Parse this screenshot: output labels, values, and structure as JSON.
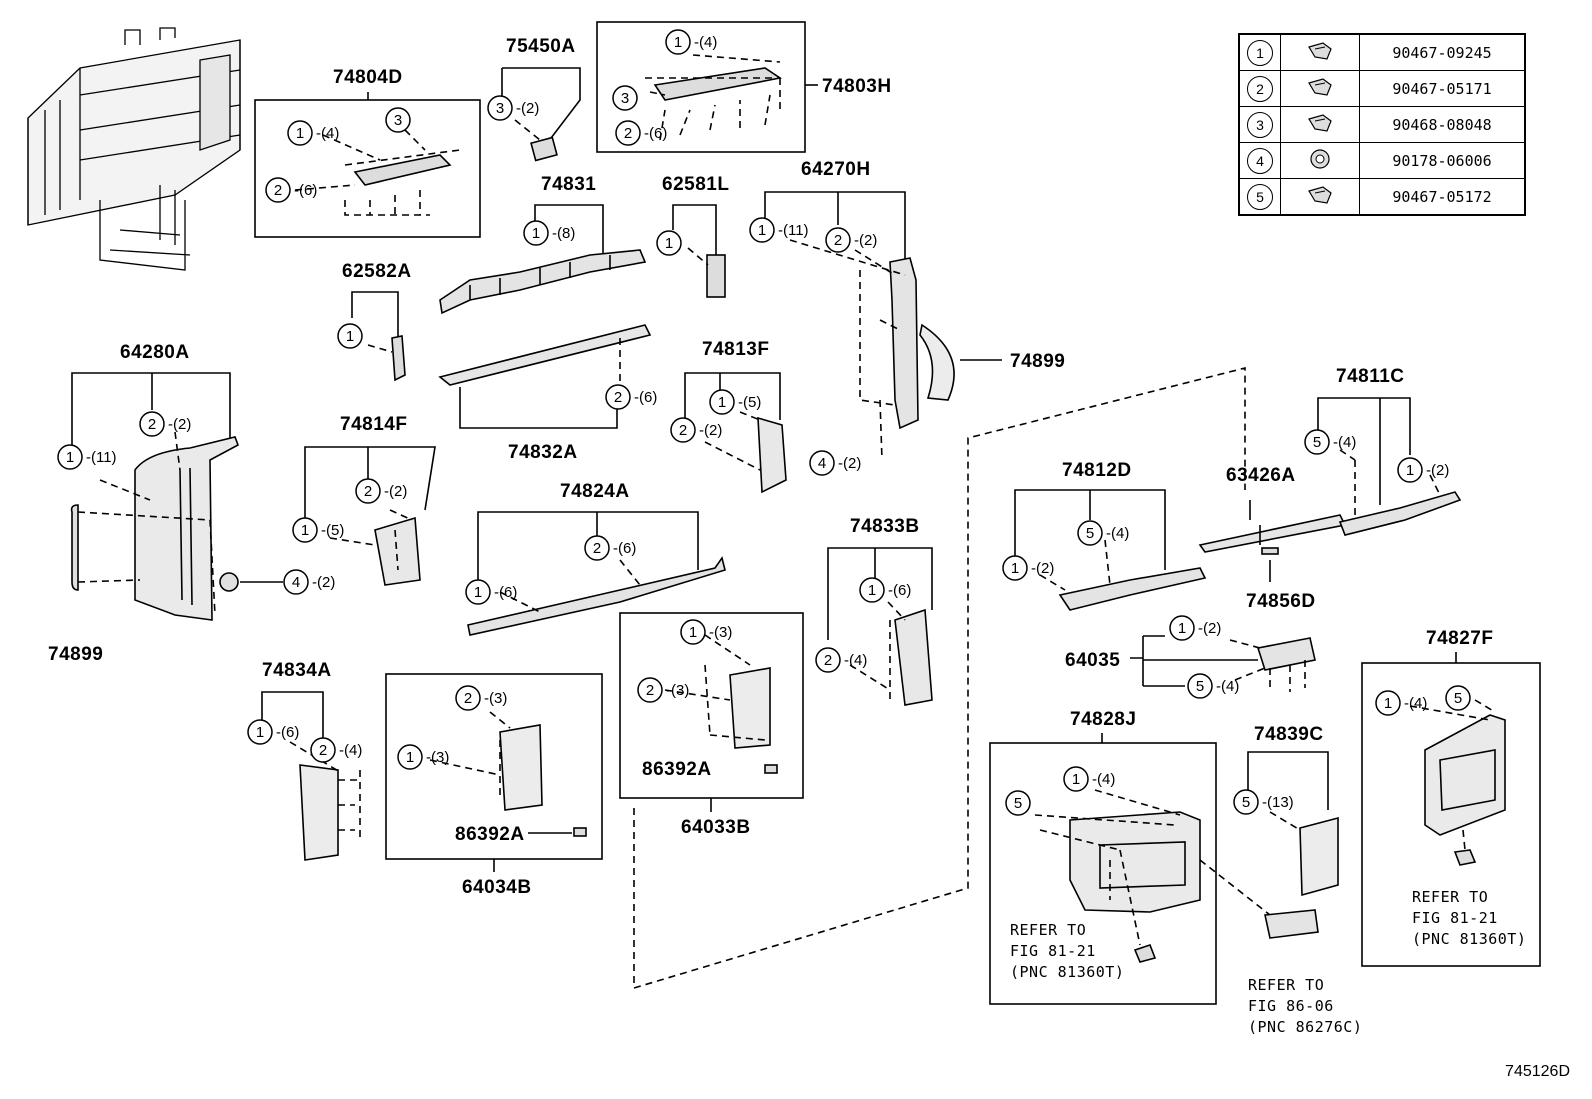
{
  "legend": [
    {
      "index": "1",
      "part_number": "90467-09245",
      "icon": "clip-icon"
    },
    {
      "index": "2",
      "part_number": "90467-05171",
      "icon": "clip-icon"
    },
    {
      "index": "3",
      "part_number": "90468-08048",
      "icon": "clip-icon"
    },
    {
      "index": "4",
      "part_number": "90178-06006",
      "icon": "nut-icon"
    },
    {
      "index": "5",
      "part_number": "90467-05172",
      "icon": "clip-icon"
    }
  ],
  "labels": {
    "p75450A": "75450A",
    "p74804D": "74804D",
    "p74803H": "74803H",
    "p74831": "74831",
    "p62581L": "62581L",
    "p64270H": "64270H",
    "p62582A": "62582A",
    "p64280A": "64280A",
    "p74814F": "74814F",
    "p74832A": "74832A",
    "p74813F": "74813F",
    "p74899a": "74899",
    "p74899b": "74899",
    "p74824A": "74824A",
    "p74833B": "74833B",
    "p74812D": "74812D",
    "p63426A": "63426A",
    "p74811C": "74811C",
    "p74856D": "74856D",
    "p64035": "64035",
    "p74827F": "74827F",
    "p74834A": "74834A",
    "p86392Aa": "86392A",
    "p86392Ab": "86392A",
    "p64034B": "64034B",
    "p64033B": "64033B",
    "p74828J": "74828J",
    "p74839C": "74839C"
  },
  "refer": {
    "a": [
      "REFER TO",
      "FIG 81-21",
      "(PNC 81360T)"
    ],
    "b": [
      "REFER TO",
      "FIG 86-06",
      "(PNC 86276C)"
    ],
    "c": [
      "REFER TO",
      "FIG 81-21",
      "(PNC 81360T)"
    ]
  },
  "callouts": {
    "c1": {
      "n": "1",
      "q": "-(4)"
    },
    "c2": {
      "n": "3",
      "q": ""
    },
    "c3": {
      "n": "2",
      "q": "-(6)"
    },
    "c4": {
      "n": "3",
      "q": "-(2)"
    },
    "c5": {
      "n": "1",
      "q": "-(4)"
    },
    "c6": {
      "n": "3",
      "q": ""
    },
    "c7": {
      "n": "2",
      "q": "-(6)"
    },
    "c8": {
      "n": "1",
      "q": "-(8)"
    },
    "c9": {
      "n": "1",
      "q": ""
    },
    "c10": {
      "n": "1",
      "q": "-(11)"
    },
    "c11": {
      "n": "2",
      "q": "-(2)"
    },
    "c12": {
      "n": "1",
      "q": ""
    },
    "c13": {
      "n": "2",
      "q": "-(6)"
    },
    "c14": {
      "n": "1",
      "q": "-(5)"
    },
    "c15": {
      "n": "2",
      "q": "-(2)"
    },
    "c16": {
      "n": "4",
      "q": "-(2)"
    },
    "c17": {
      "n": "2",
      "q": "-(2)"
    },
    "c18": {
      "n": "1",
      "q": "-(11)"
    },
    "c19": {
      "n": "2",
      "q": "-(2)"
    },
    "c20": {
      "n": "1",
      "q": "-(5)"
    },
    "c21": {
      "n": "4",
      "q": "-(2)"
    },
    "c22": {
      "n": "2",
      "q": "-(6)"
    },
    "c23": {
      "n": "1",
      "q": "-(6)"
    },
    "c24": {
      "n": "1",
      "q": "-(6)"
    },
    "c25": {
      "n": "2",
      "q": "-(4)"
    },
    "c26": {
      "n": "5",
      "q": "-(4)"
    },
    "c27": {
      "n": "1",
      "q": "-(2)"
    },
    "c28": {
      "n": "5",
      "q": "-(4)"
    },
    "c29": {
      "n": "1",
      "q": "-(2)"
    },
    "c30": {
      "n": "1",
      "q": "-(2)"
    },
    "c31": {
      "n": "5",
      "q": "-(4)"
    },
    "c32": {
      "n": "1",
      "q": "-(3)"
    },
    "c33": {
      "n": "2",
      "q": "-(3)"
    },
    "c34": {
      "n": "2",
      "q": "-(3)"
    },
    "c35": {
      "n": "1",
      "q": "-(3)"
    },
    "c36": {
      "n": "1",
      "q": "-(6)"
    },
    "c37": {
      "n": "2",
      "q": "-(4)"
    },
    "c38": {
      "n": "1",
      "q": "-(4)"
    },
    "c39": {
      "n": "5",
      "q": ""
    },
    "c40": {
      "n": "5",
      "q": "-(13)"
    },
    "c41": {
      "n": "1",
      "q": "-(4)"
    },
    "c42": {
      "n": "5",
      "q": ""
    }
  },
  "ref_no": "745126D"
}
